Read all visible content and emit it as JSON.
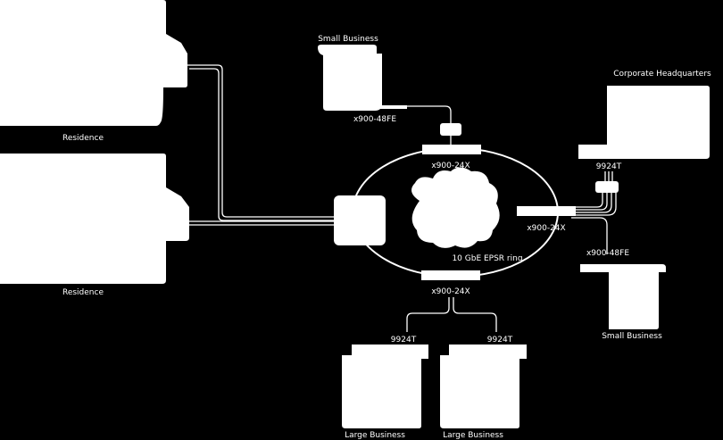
{
  "labels": {
    "small_business_top": "Small Business",
    "x900_48fe_top": "x900-48FE",
    "x900_24x_top": "x900-24X",
    "corporate_hq": "Corporate Headquarters",
    "t9924_corp": "9924T",
    "x900_24x_right": "x900-24X",
    "x900_48fe_right": "x900-48FE",
    "small_business_right": "Small Business",
    "ring": "10 GbE EPSR ring",
    "x900_24x_bottom": "x900-24X",
    "t9924_left": "9924T",
    "t9924_right": "9924T",
    "large_business_left": "Large Business",
    "large_business_right": "Large Business",
    "residence_top": "Residence",
    "residence_bottom": "Residence"
  },
  "colors": {
    "background": "#000000",
    "foreground": "#ffffff"
  }
}
